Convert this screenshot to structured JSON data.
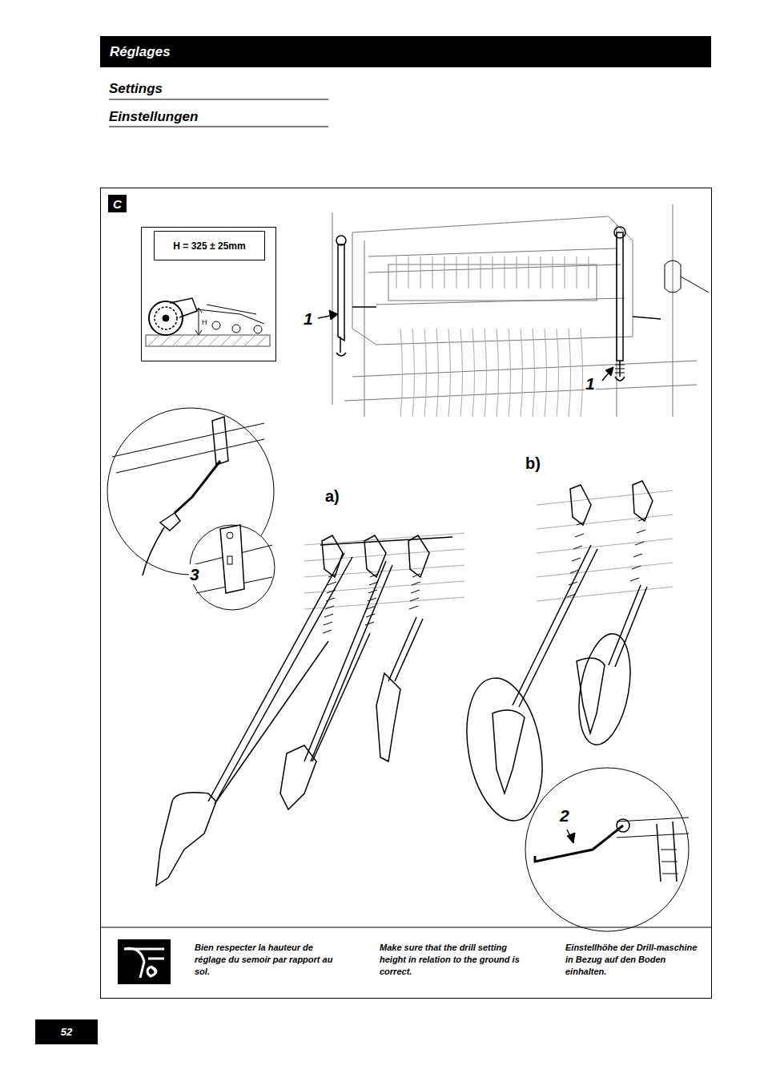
{
  "diagram": {
    "nodes": [
      {
        "text": [
          "Réglages"
        ]
      },
      {
        "text": [
          "C"
        ]
      },
      {
        "text": [
          "H = 325 ± 25mm"
        ]
      },
      {
        "text": [
          "52"
        ]
      }
    ],
    "labels": [
      "Settings",
      "Einstellungen",
      "1",
      "1",
      "a)",
      "b)",
      "3",
      "2",
      "Bien respecter la hauteur de réglage du semoir par rapport au sol.",
      "Make sure that the drill setting height in relation to the ground is correct.",
      "Einstellhöhe der Drill-maschine in Bezug auf den Boden einhalten."
    ]
  }
}
